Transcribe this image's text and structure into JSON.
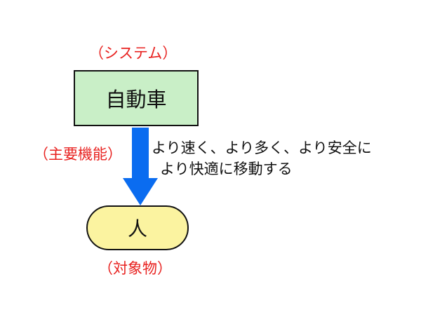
{
  "labels": {
    "system": "（システム）",
    "main_function": "（主要機能）",
    "object": "（対象物）"
  },
  "nodes": {
    "system": "自動車",
    "object": "人"
  },
  "function_description": {
    "line1": "より速く、より多く、より安全に",
    "line2": "より快適に移動する"
  },
  "colors": {
    "label_red": "#e8211f",
    "system_fill": "#c9efc7",
    "object_fill": "#fbf3a0",
    "arrow_blue": "#0a6cf0"
  }
}
